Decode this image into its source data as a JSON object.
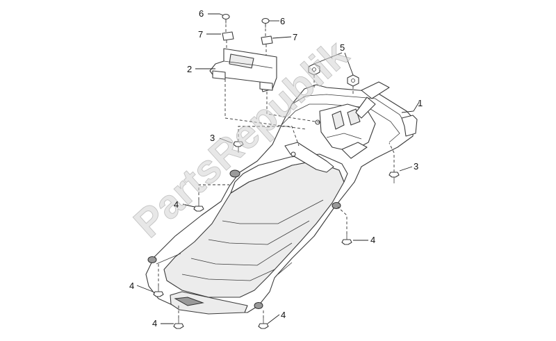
{
  "diagram": {
    "watermark": "PartsRepublik",
    "callouts": [
      {
        "id": "c1",
        "label": "1"
      },
      {
        "id": "c2",
        "label": "2"
      },
      {
        "id": "c3a",
        "label": "3"
      },
      {
        "id": "c3b",
        "label": "3"
      },
      {
        "id": "c4a",
        "label": "4"
      },
      {
        "id": "c4b",
        "label": "4"
      },
      {
        "id": "c4c",
        "label": "4"
      },
      {
        "id": "c4d",
        "label": "4"
      },
      {
        "id": "c4e",
        "label": "4"
      },
      {
        "id": "c5",
        "label": "5"
      },
      {
        "id": "c6a",
        "label": "6"
      },
      {
        "id": "c6b",
        "label": "6"
      },
      {
        "id": "c7a",
        "label": "7"
      },
      {
        "id": "c7b",
        "label": "7"
      }
    ]
  }
}
